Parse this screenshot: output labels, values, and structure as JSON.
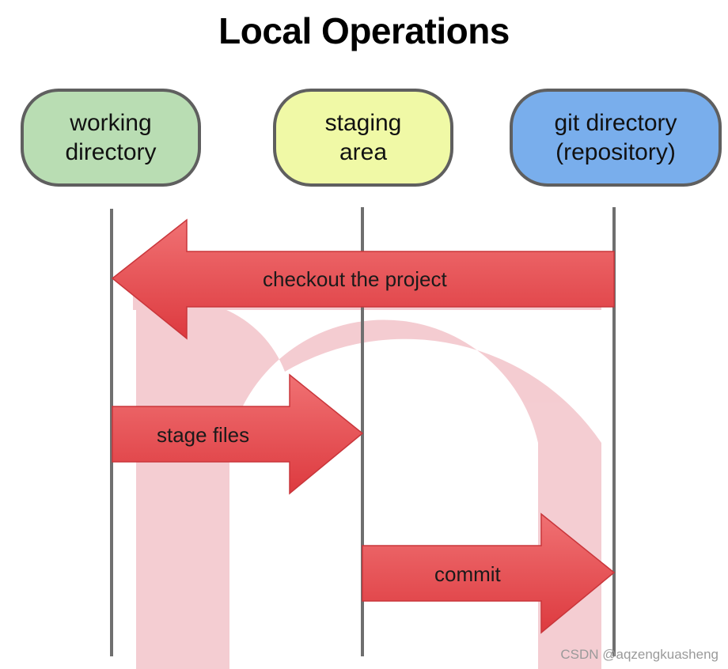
{
  "title": "Local Operations",
  "boxes": {
    "working": {
      "line1": "working",
      "line2": "directory",
      "color": "#b9ddb3"
    },
    "staging": {
      "line1": "staging",
      "line2": "area",
      "color": "#f0f9a6"
    },
    "git": {
      "line1": "git directory",
      "line2": "(repository)",
      "color": "#79aeec"
    }
  },
  "arrows": {
    "checkout": "checkout the project",
    "stage": "stage files",
    "commit": "commit"
  },
  "arrow_color": "#e8474a",
  "watermark": "CSDN @aqzengkuasheng"
}
